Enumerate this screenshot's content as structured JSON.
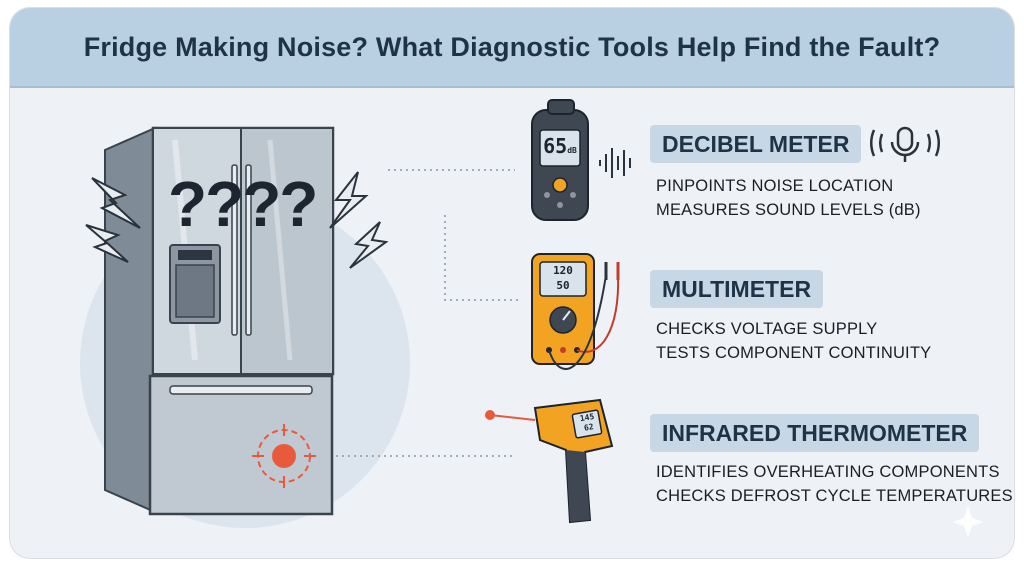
{
  "title": "Fridge Making Noise? What Diagnostic Tools Help Find the Fault?",
  "question_marks": "????",
  "tools": [
    {
      "name": "DECIBEL METER",
      "lines": [
        "PINPOINTS NOISE LOCATION",
        "MEASURES SOUND LEVELS (dB)"
      ],
      "display": "65",
      "unit": "dB"
    },
    {
      "name": "MULTIMETER",
      "lines": [
        "CHECKS VOLTAGE SUPPLY",
        "TESTS COMPONENT CONTINUITY"
      ],
      "display_top": "120",
      "display_bottom": "50"
    },
    {
      "name": "INFRARED THERMOMETER",
      "lines": [
        "IDENTIFIES OVERHEATING COMPONENTS",
        "CHECKS DEFROST CYCLE TEMPERATURES"
      ],
      "display_top": "145",
      "display_bottom": "62"
    }
  ],
  "colors": {
    "banner": "#b9cfe2",
    "title_text": "#1f3346",
    "label_bg": "#c7d7e6",
    "meter_orange": "#f2a321",
    "target_red": "#e85a3c"
  }
}
